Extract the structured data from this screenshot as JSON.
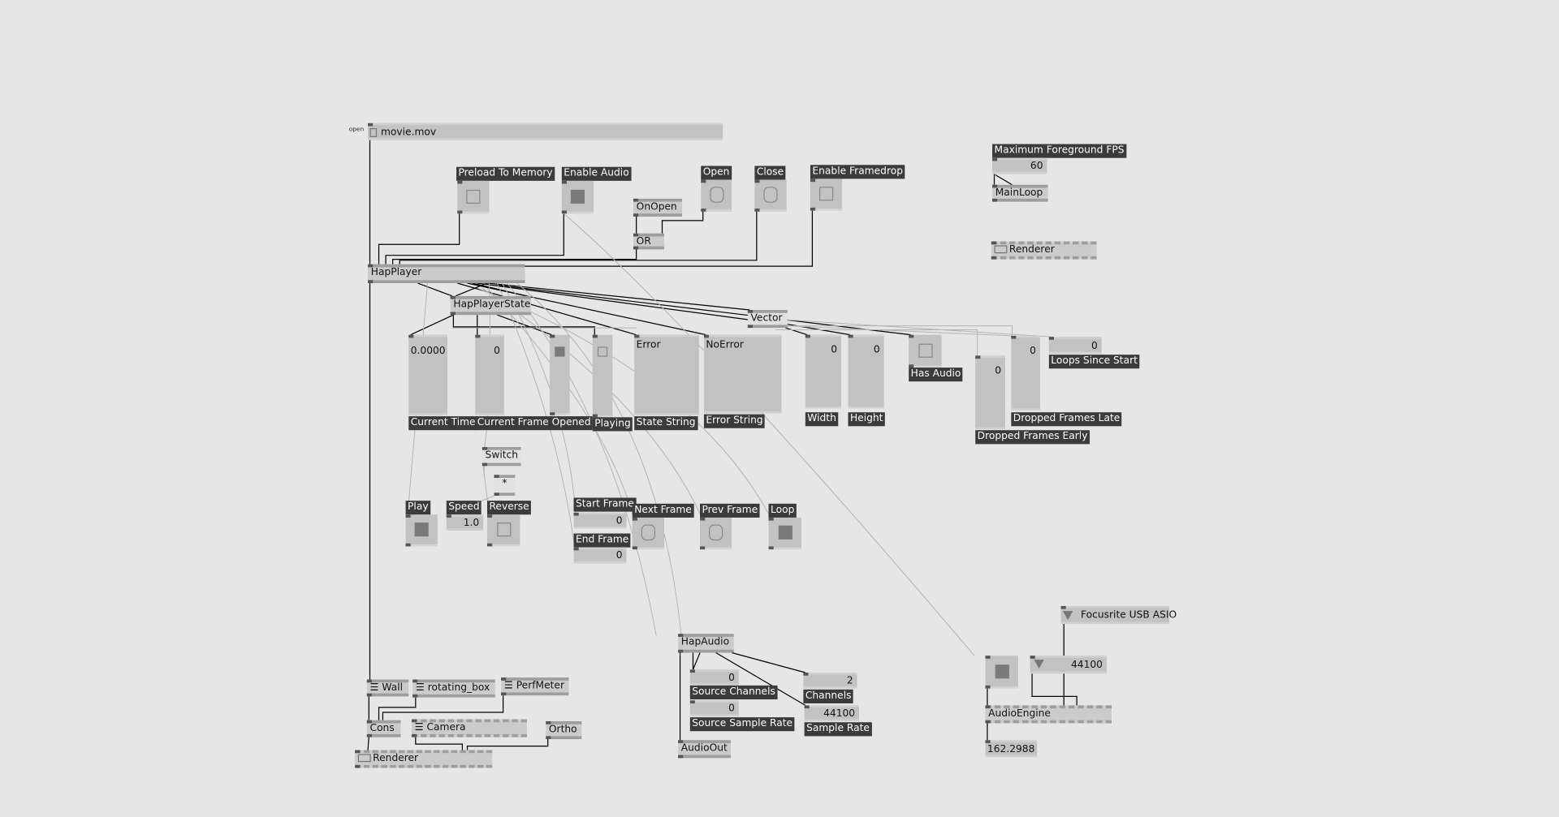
{
  "filename": {
    "prefix": "open",
    "value": "movie.mov"
  },
  "inputs": {
    "preload": "Preload To Memory",
    "enable_audio": "Enable Audio",
    "open": "Open",
    "close": "Close",
    "enable_framedrop": "Enable Framedrop",
    "play": "Play",
    "speed": "Speed",
    "speed_value": "1.0",
    "reverse": "Reverse",
    "start_frame": "Start Frame",
    "start_frame_value": "0",
    "end_frame": "End Frame",
    "end_frame_value": "0",
    "next_frame": "Next Frame",
    "prev_frame": "Prev Frame",
    "loop": "Loop"
  },
  "nodes": {
    "onopen": "OnOpen",
    "or": "OR",
    "happlayer": "HapPlayer",
    "happlayerstate": "HapPlayerState",
    "vector": "Vector",
    "mainloop": "MainLoop",
    "renderer_top": "Renderer",
    "switch": "Switch",
    "multiply": "*",
    "hapaudio": "HapAudio",
    "audioout": "AudioOut",
    "wall": "Wall",
    "rotating_box": "rotating_box",
    "perfmeter": "PerfMeter",
    "cons": "Cons",
    "camera": "Camera",
    "ortho": "Ortho",
    "renderer_bottom": "Renderer",
    "audioengine": "AudioEngine"
  },
  "outputs": {
    "current_time": {
      "label": "Current Time",
      "value": "0.0000"
    },
    "current_frame": {
      "label": "Current Frame",
      "value": "0"
    },
    "opened": {
      "label": "Opened",
      "on": true
    },
    "playing": {
      "label": "Playing",
      "on": false
    },
    "state_string": {
      "label": "State String",
      "value": "Error"
    },
    "error_string": {
      "label": "Error String",
      "value": "NoError"
    },
    "width": {
      "label": "Width",
      "value": "0"
    },
    "height": {
      "label": "Height",
      "value": "0"
    },
    "has_audio": {
      "label": "Has Audio",
      "on": false
    },
    "dropped_early": {
      "label": "Dropped Frames Early",
      "value": "0"
    },
    "dropped_late": {
      "label": "Dropped Frames Late",
      "value": "0"
    },
    "loops": {
      "label": "Loops Since Start",
      "value": "0"
    }
  },
  "mainloop": {
    "label": "Maximum Foreground FPS",
    "value": "60"
  },
  "audio": {
    "source_channels": {
      "label": "Source Channels",
      "value": "0"
    },
    "source_sample_rate": {
      "label": "Source Sample Rate",
      "value": "0"
    },
    "channels": {
      "label": "Channels",
      "value": "2"
    },
    "sample_rate": {
      "label": "Sample Rate",
      "value": "44100"
    },
    "device": "Focusrite USB ASIO",
    "engine_rate": "44100",
    "engine_output": "162.2988"
  },
  "colors": {
    "canvas": "#e6e6e6",
    "node": "#cbcbcb",
    "label_bg": "#3b3b3b",
    "toggle_on": "#7a7a7a"
  }
}
